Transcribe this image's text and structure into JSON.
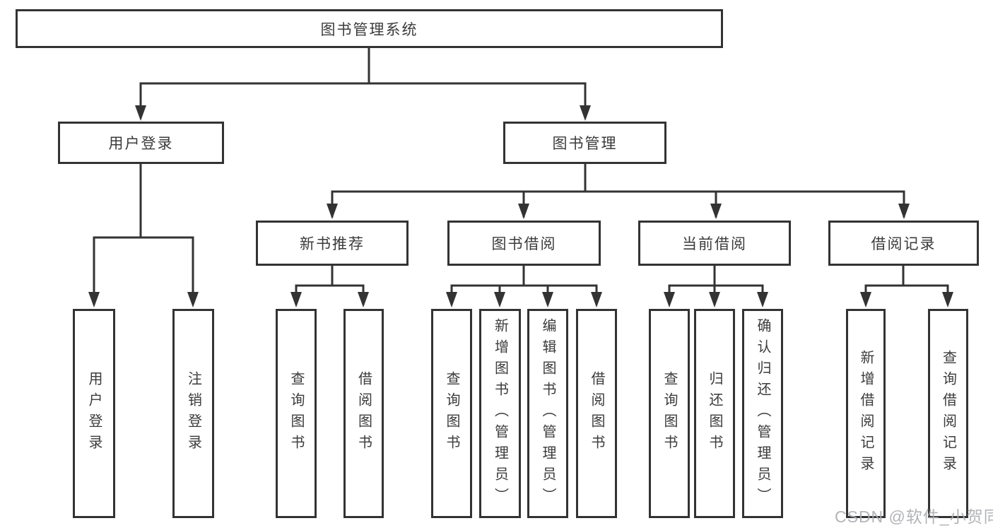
{
  "diagram": {
    "root": "图书管理系统",
    "branches": [
      {
        "label": "用户登录",
        "children": [
          {
            "label": "用户登录"
          },
          {
            "label": "注销登录"
          }
        ]
      },
      {
        "label": "图书管理",
        "children": [
          {
            "label": "新书推荐",
            "children": [
              {
                "label": "查询图书"
              },
              {
                "label": "借阅图书"
              }
            ]
          },
          {
            "label": "图书借阅",
            "children": [
              {
                "label": "查询图书"
              },
              {
                "label": "新增图书（管理员）"
              },
              {
                "label": "编辑图书（管理员）"
              },
              {
                "label": "借阅图书"
              }
            ]
          },
          {
            "label": "当前借阅",
            "children": [
              {
                "label": "查询图书"
              },
              {
                "label": "归还图书"
              },
              {
                "label": "确认归还（管理员）"
              }
            ]
          },
          {
            "label": "借阅记录",
            "children": [
              {
                "label": "新增借阅记录"
              },
              {
                "label": "查询借阅记录"
              }
            ]
          }
        ]
      }
    ]
  },
  "watermark": "CSDN @软件_小贺同学",
  "colors": {
    "line": "#333333",
    "text": "#3b3b3b",
    "box_background": "#ffffff",
    "page_background": "#ffffff",
    "watermark": "#aaacb1"
  }
}
